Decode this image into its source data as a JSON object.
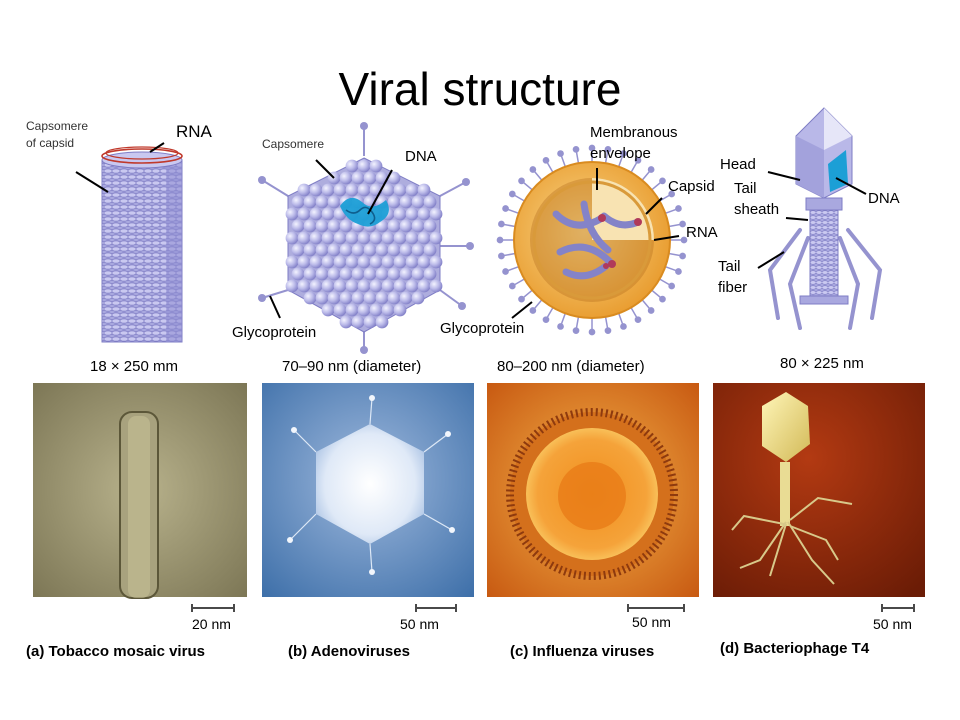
{
  "title": "Viral structure",
  "labels": {
    "tmv_capsomere": [
      "Capsomere",
      "of capsid"
    ],
    "tmv_rna": "RNA",
    "adeno_capsomere": "Capsomere",
    "adeno_dna": "DNA",
    "adeno_glyco": "Glycoprotein",
    "flu_envelope": [
      "Membranous",
      "envelope"
    ],
    "flu_capsid": "Capsid",
    "flu_rna": "RNA",
    "flu_glyco": "Glycoprotein",
    "t4_head": "Head",
    "t4_dna": "DNA",
    "t4_tail_sheath": [
      "Tail",
      "sheath"
    ],
    "t4_tail_fiber": [
      "Tail",
      "fiber"
    ]
  },
  "dimensions": [
    "18 × 250 mm",
    "70–90 nm (diameter)",
    "80–200 nm (diameter)",
    "80 × 225 nm"
  ],
  "scale_bars": [
    "20 nm",
    "50 nm",
    "50 nm",
    "50 nm"
  ],
  "captions": [
    "(a) Tobacco mosaic virus",
    "(b) Adenoviruses",
    "(c) Influenza viruses",
    "(d) Bacteriophage T4"
  ],
  "colors": {
    "capsid": "#a9a8df",
    "nucleic": "#1c9fd6",
    "envelope": "#f2a93b",
    "rna_coil": "#c0392b"
  }
}
